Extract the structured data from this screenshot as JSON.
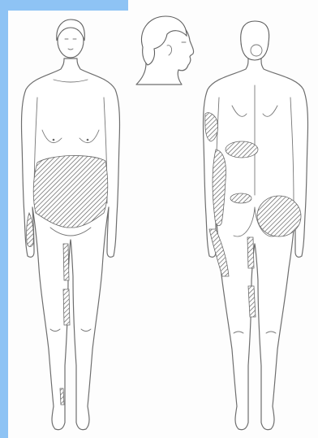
{
  "colors": {
    "accent": "#8ec3f4",
    "outline": "#6e6e6e",
    "hatch": "#555555",
    "background": "#fdfdfd"
  },
  "figures": [
    {
      "name": "front-view"
    },
    {
      "name": "head-profile-view"
    },
    {
      "name": "back-view"
    }
  ],
  "highlighted_areas": [
    {
      "view": "front",
      "region": "abdomen"
    },
    {
      "view": "front",
      "region": "right-hip"
    },
    {
      "view": "front",
      "region": "left-inner-thigh"
    },
    {
      "view": "front",
      "region": "left-calf"
    },
    {
      "view": "front",
      "region": "left-ankle"
    },
    {
      "view": "back",
      "region": "upper-back-left"
    },
    {
      "view": "back",
      "region": "mid-back"
    },
    {
      "view": "back",
      "region": "left-flank"
    },
    {
      "view": "back",
      "region": "lower-back"
    },
    {
      "view": "back",
      "region": "right-buttock"
    },
    {
      "view": "back",
      "region": "left-thigh"
    },
    {
      "view": "back",
      "region": "right-thigh-back"
    },
    {
      "view": "back",
      "region": "right-calf-back"
    }
  ]
}
